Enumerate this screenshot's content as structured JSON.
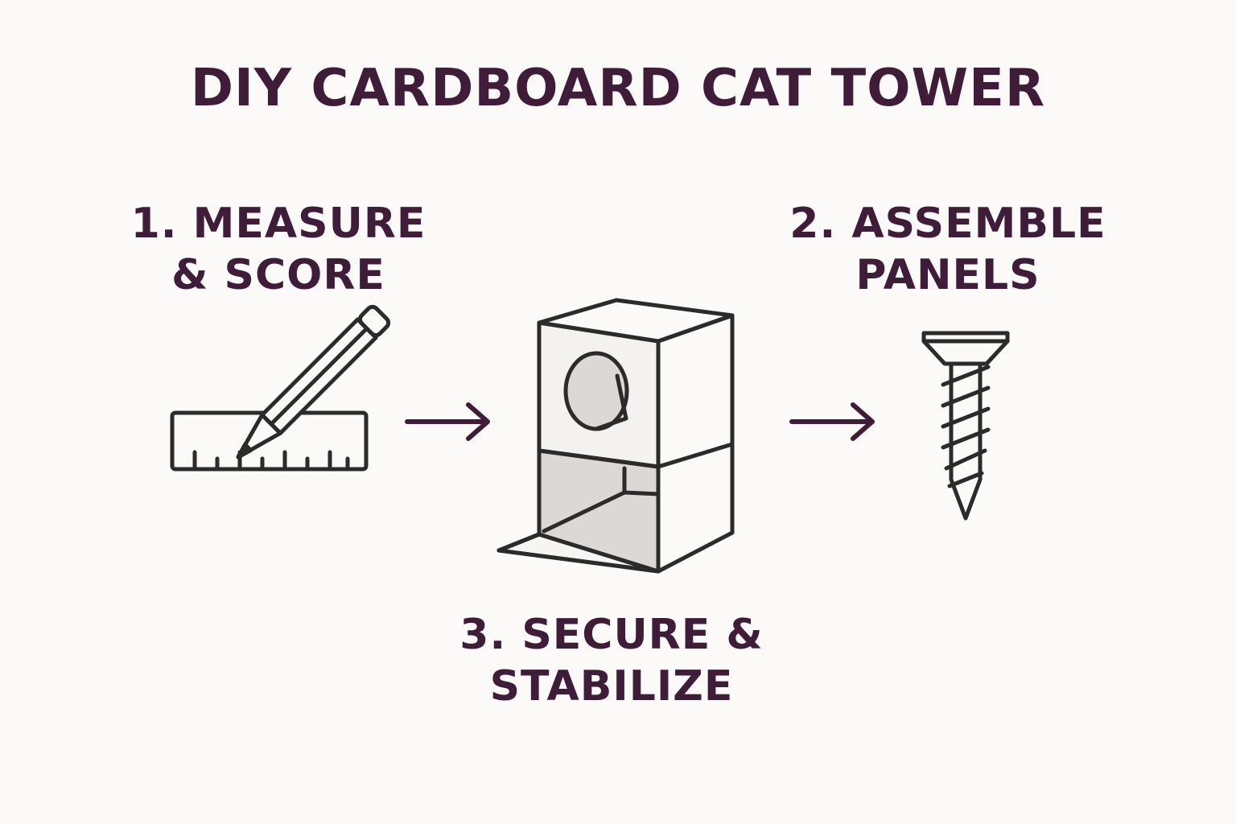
{
  "title": "DIY CARDBOARD CAT TOWER",
  "steps": [
    {
      "line1": "1. MEASURE",
      "line2": "& SCORE",
      "icon": "pencil-ruler-icon"
    },
    {
      "line1": "2. ASSEMBLE",
      "line2": "PANELS",
      "icon": "screw-icon"
    },
    {
      "line1": "3. SECURE &",
      "line2": "STABILIZE",
      "icon": "cardboard-tower-icon"
    }
  ],
  "colors": {
    "text": "#3f1d38",
    "line": "#2b2b2b",
    "arrow": "#3f1d38",
    "shade": "#dcd8d5",
    "panel": "#f4f2f0",
    "background": "#fbfaf8"
  }
}
